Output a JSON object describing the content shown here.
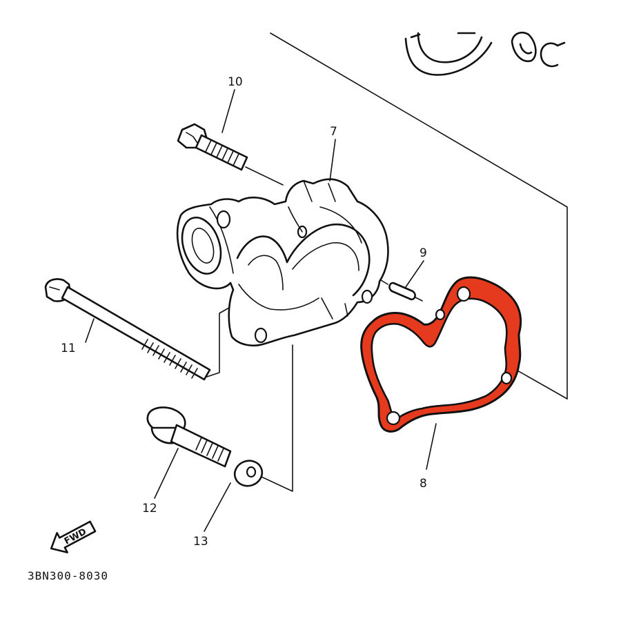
{
  "diagram": {
    "callouts": {
      "p7": "7",
      "p8": "8",
      "p9": "9",
      "p10": "10",
      "p11": "11",
      "p12": "12",
      "p13": "13"
    },
    "fwd_label": "FWD",
    "diagram_code": "3BN300-8030",
    "highlight_color": "#e53a1e"
  }
}
